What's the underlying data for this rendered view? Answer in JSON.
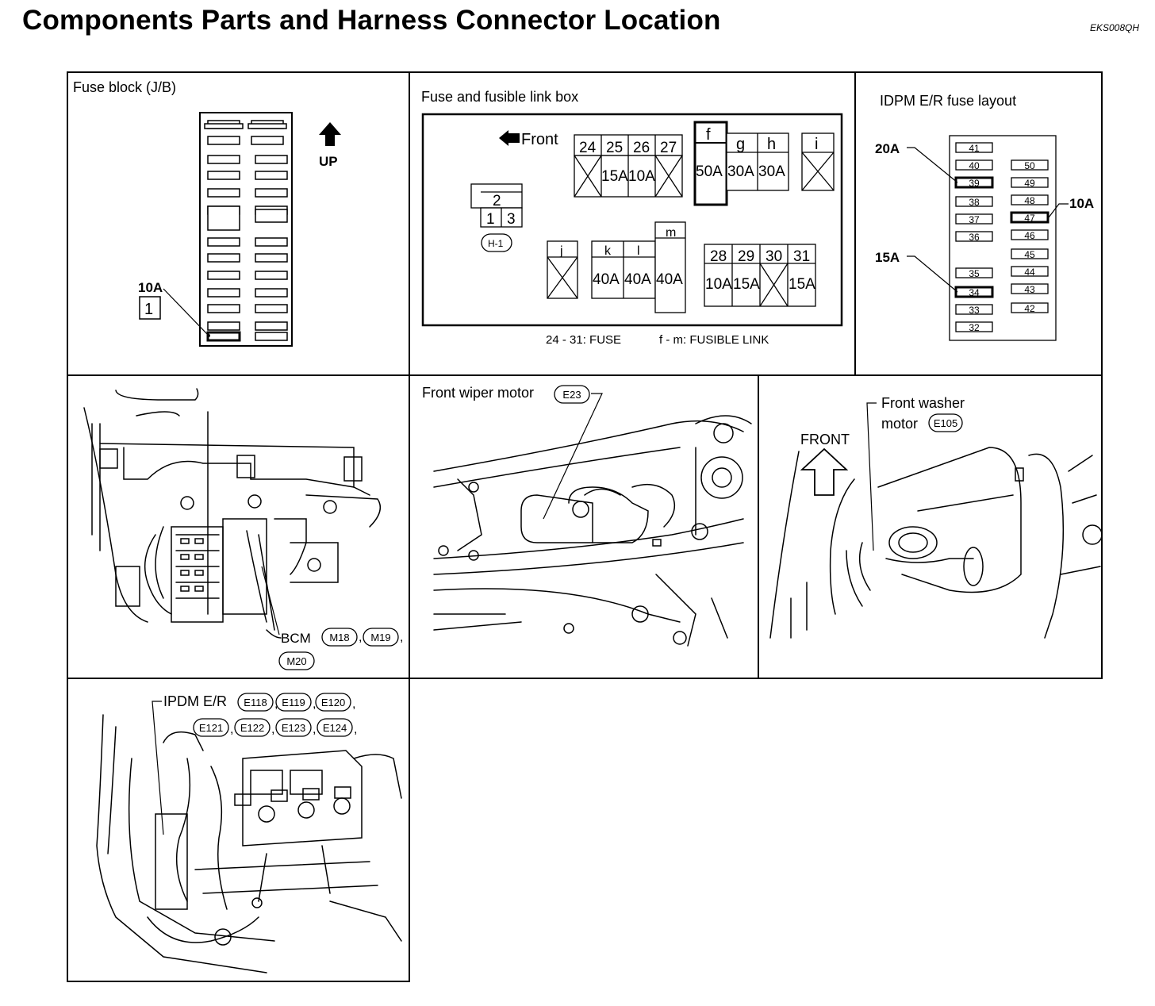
{
  "header": {
    "title": "Components Parts and Harness Connector Location",
    "doc_id": "EKS008QH"
  },
  "fuse_block": {
    "title": "Fuse block (J/B)",
    "up": "UP",
    "amp": "10A",
    "fuse_no": "1"
  },
  "link_box": {
    "title": "Fuse and fusible link box",
    "front": "Front",
    "top_nums": [
      "24",
      "25",
      "26",
      "27"
    ],
    "top_vals": [
      "",
      "15A",
      "10A",
      ""
    ],
    "fgh_letters": [
      "f",
      "g",
      "h"
    ],
    "fgh_vals": [
      "50A",
      "30A",
      "30A"
    ],
    "i_letter": "i",
    "h1_top": "2",
    "h1_left": "1",
    "h1_right": "3",
    "h1_badge": "H-1",
    "j_letter": "j",
    "kl_letters": [
      "k",
      "l"
    ],
    "kl_vals": [
      "40A",
      "40A"
    ],
    "m_letter": "m",
    "m_val": "40A",
    "bot_nums": [
      "28",
      "29",
      "30",
      "31"
    ],
    "bot_vals": [
      "10A",
      "15A",
      "",
      "15A"
    ],
    "legend_fuse": "24 - 31: FUSE",
    "legend_link": "f - m: FUSIBLE LINK"
  },
  "ipdm_layout": {
    "title": "IDPM E/R fuse layout",
    "left_col": [
      "41",
      "40",
      "39",
      "38",
      "37",
      "36",
      "35",
      "34",
      "33",
      "32"
    ],
    "right_col": [
      "50",
      "49",
      "48",
      "47",
      "46",
      "45",
      "44",
      "43",
      "42"
    ],
    "callout_20a": "20A",
    "callout_10a": "10A",
    "callout_15a": "15A"
  },
  "bcm": {
    "label": "BCM",
    "conn": [
      "M18",
      "M19",
      "M20"
    ]
  },
  "wiper": {
    "label": "Front wiper motor",
    "conn": "E23"
  },
  "washer": {
    "label_line1": "Front washer",
    "label_line2": "motor",
    "conn": "E105",
    "front": "FRONT"
  },
  "ipdm": {
    "label": "IPDM E/R",
    "conn": [
      "E118",
      "E119",
      "E120",
      "E121",
      "E122",
      "E123",
      "E124"
    ]
  }
}
